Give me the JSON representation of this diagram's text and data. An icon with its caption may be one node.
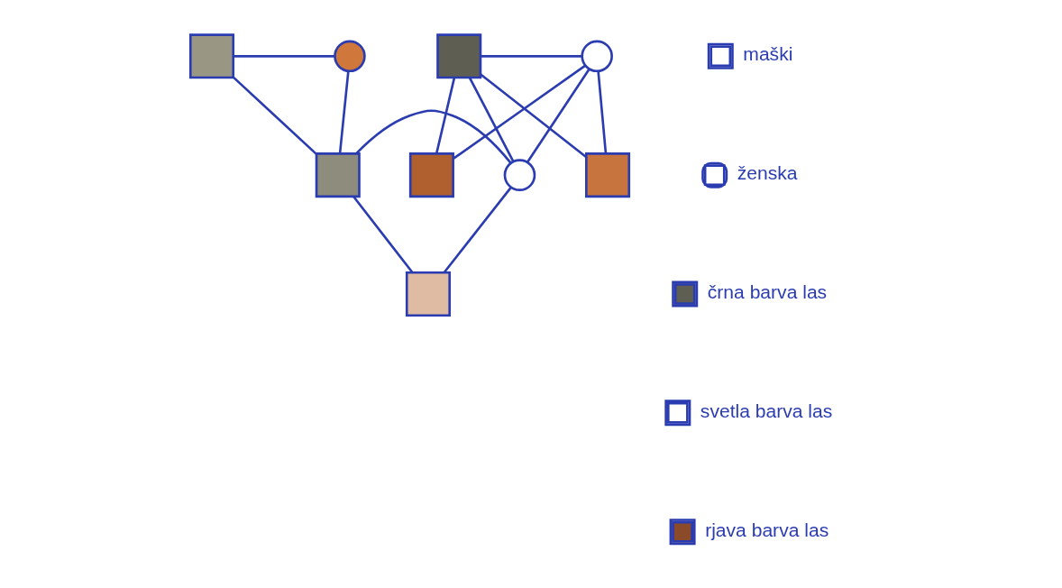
{
  "diagram": {
    "nodes": [
      {
        "text": [],
        "shape": "box"
      },
      {
        "text": [],
        "shape": "circle"
      },
      {
        "text": [],
        "shape": "box"
      },
      {
        "text": [],
        "shape": "box"
      },
      {
        "text": [],
        "shape": "circle"
      },
      {
        "text": [],
        "shape": "circle"
      },
      {
        "text": [],
        "shape": "box"
      },
      {
        "text": [],
        "shape": "box"
      },
      {
        "text": [],
        "shape": "box"
      }
    ],
    "edges": [
      {
        "from": 0,
        "to": 1,
        "arrow": "none"
      },
      {
        "from": 0,
        "to": 2,
        "arrow": "none"
      },
      {
        "from": 1,
        "to": 2,
        "arrow": "none"
      },
      {
        "from": 3,
        "to": 4,
        "arrow": "none"
      },
      {
        "from": 3,
        "to": 5,
        "arrow": "none"
      },
      {
        "from": 4,
        "to": 5,
        "arrow": "none"
      },
      {
        "from": 3,
        "to": 6,
        "arrow": "none"
      },
      {
        "from": 4,
        "to": 6,
        "arrow": "none"
      },
      {
        "from": 3,
        "to": 7,
        "arrow": "none"
      },
      {
        "from": 4,
        "to": 7,
        "arrow": "none"
      },
      {
        "from": 2,
        "to": 5,
        "arrow": "none"
      },
      {
        "from": 2,
        "to": 8,
        "arrow": "none"
      },
      {
        "from": 5,
        "to": 8,
        "arrow": "none"
      }
    ],
    "legend": [
      {
        "text": "maški"
      },
      {
        "text": "ženska"
      },
      {
        "text": "črna barva las",
        "color": "#5e5e52"
      },
      {
        "text": "svetla barva las",
        "color": "#ffffff"
      },
      {
        "text": "rjava barva las",
        "color": "#8b4a2a"
      }
    ]
  }
}
